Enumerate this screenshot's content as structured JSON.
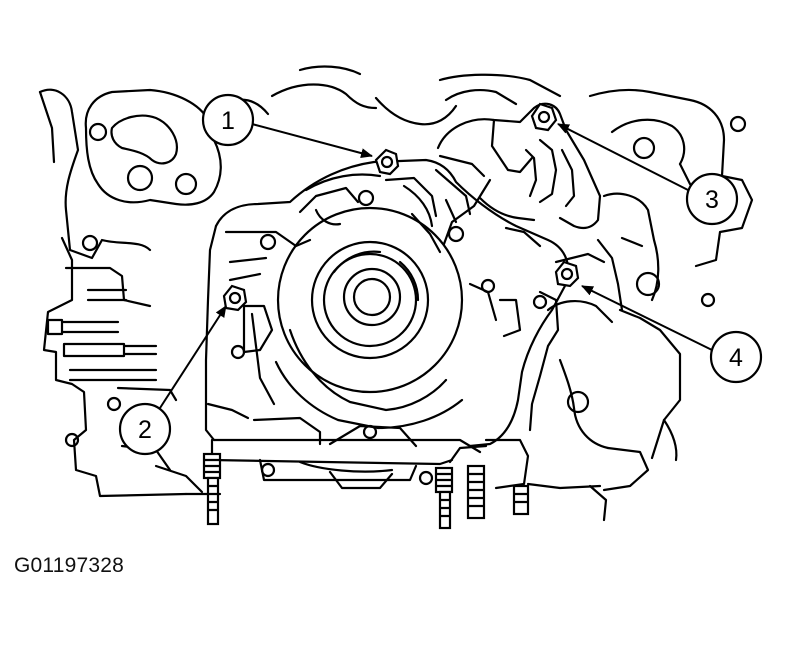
{
  "figure_id": "G01197328",
  "callouts": [
    {
      "number": "1"
    },
    {
      "number": "2"
    },
    {
      "number": "3"
    },
    {
      "number": "4"
    }
  ],
  "colors": {
    "line": "#000000",
    "background": "#ffffff"
  }
}
